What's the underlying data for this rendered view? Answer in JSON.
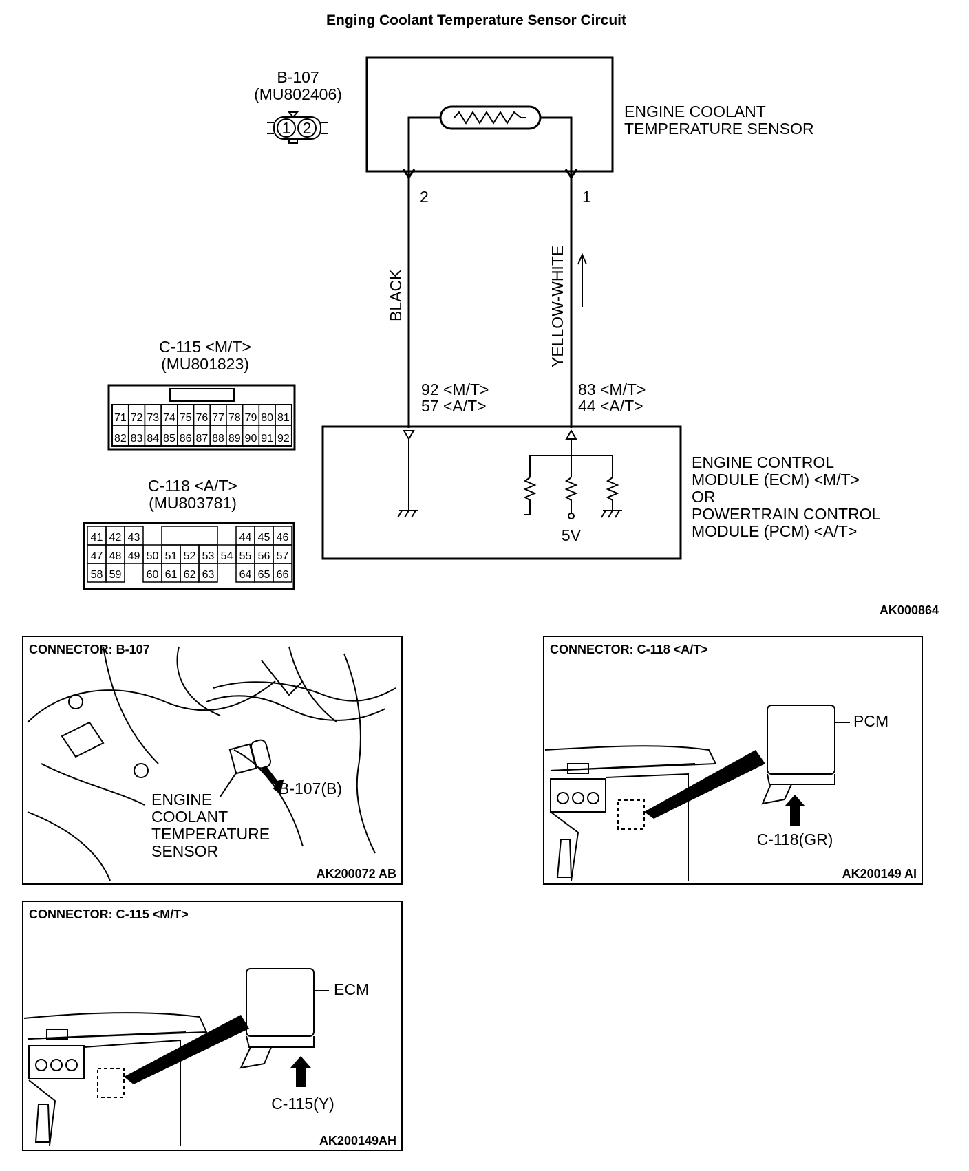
{
  "title": "Enging Coolant Temperature Sensor Circuit",
  "sensor_connector": {
    "id": "B-107",
    "part": "(MU802406)",
    "pins": [
      "1",
      "2"
    ]
  },
  "sensor_label": [
    "ENGINE COOLANT",
    "TEMPERATURE SENSOR"
  ],
  "sensor_pins": {
    "left": "2",
    "right": "1"
  },
  "wires": {
    "left": "BLACK",
    "right": "YELLOW-WHITE"
  },
  "ecm_pins": {
    "left": [
      "92 <M/T>",
      "57 <A/T>"
    ],
    "right": [
      "83 <M/T>",
      "44 <A/T>"
    ]
  },
  "ecm_label": [
    "ENGINE CONTROL",
    "MODULE (ECM) <M/T>",
    "OR",
    "POWERTRAIN CONTROL",
    "MODULE (PCM) <A/T>"
  ],
  "supply_label": "5V",
  "connector_c115": {
    "id": "C-115 <M/T>",
    "part": "(MU801823)",
    "rows": [
      [
        "71",
        "72",
        "73",
        "74",
        "75",
        "76",
        "77",
        "78",
        "79",
        "80",
        "81"
      ],
      [
        "82",
        "83",
        "84",
        "85",
        "86",
        "87",
        "88",
        "89",
        "90",
        "91",
        "92"
      ]
    ]
  },
  "connector_c118": {
    "id": "C-118 <A/T>",
    "part": "(MU803781)",
    "rows": [
      [
        "41",
        "42",
        "43",
        "",
        "",
        "",
        "",
        "",
        "44",
        "45",
        "46"
      ],
      [
        "47",
        "48",
        "49",
        "50",
        "51",
        "52",
        "53",
        "54",
        "55",
        "56",
        "57"
      ],
      [
        "58",
        "59",
        "",
        "60",
        "61",
        "62",
        "63",
        "",
        "64",
        "65",
        "66"
      ]
    ]
  },
  "figure_code": "AK000864",
  "panels": {
    "b107": {
      "title": "CONNECTOR: B-107",
      "callout": "B-107(B)",
      "label": [
        "ENGINE",
        "COOLANT",
        "TEMPERATURE",
        "SENSOR"
      ],
      "code": "AK200072 AB"
    },
    "c118": {
      "title": "CONNECTOR: C-118 <A/T>",
      "unit": "PCM",
      "callout": "C-118(GR)",
      "code": "AK200149 AI"
    },
    "c115": {
      "title": "CONNECTOR: C-115 <M/T>",
      "unit": "ECM",
      "callout": "C-115(Y)",
      "code": "AK200149AH"
    }
  }
}
